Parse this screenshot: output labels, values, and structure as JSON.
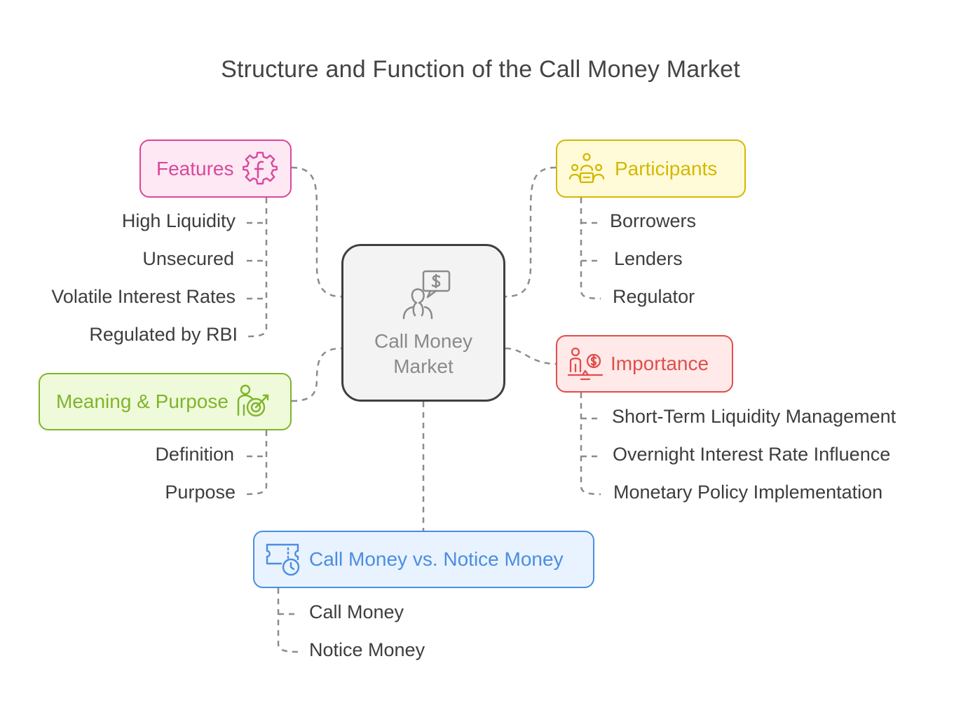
{
  "title": "Structure and Function of the Call Money Market",
  "center": {
    "label_line1": "Call Money",
    "label_line2": "Market",
    "icon": "person-money-speech-icon"
  },
  "features": {
    "label": "Features",
    "icon": "gear-f-icon",
    "color": "#d9489c",
    "items": [
      "High Liquidity",
      "Unsecured",
      "Volatile Interest Rates",
      "Regulated by RBI"
    ]
  },
  "participants": {
    "label": "Participants",
    "icon": "group-people-icon",
    "color": "#d4b800",
    "items": [
      "Borrowers",
      "Lenders",
      "Regulator"
    ]
  },
  "meaning": {
    "label": "Meaning & Purpose",
    "icon": "person-target-icon",
    "color": "#7fb52a",
    "items": [
      "Definition",
      "Purpose"
    ]
  },
  "importance": {
    "label": "Importance",
    "icon": "person-scale-dollar-icon",
    "color": "#e04e4a",
    "items": [
      "Short-Term Liquidity Management",
      "Overnight Interest Rate Influence",
      "Monetary Policy Implementation"
    ]
  },
  "comparison": {
    "label": "Call Money vs. Notice Money",
    "icon": "ticket-clock-icon",
    "color": "#4a8ee0",
    "items": [
      "Call Money",
      "Notice Money"
    ]
  }
}
